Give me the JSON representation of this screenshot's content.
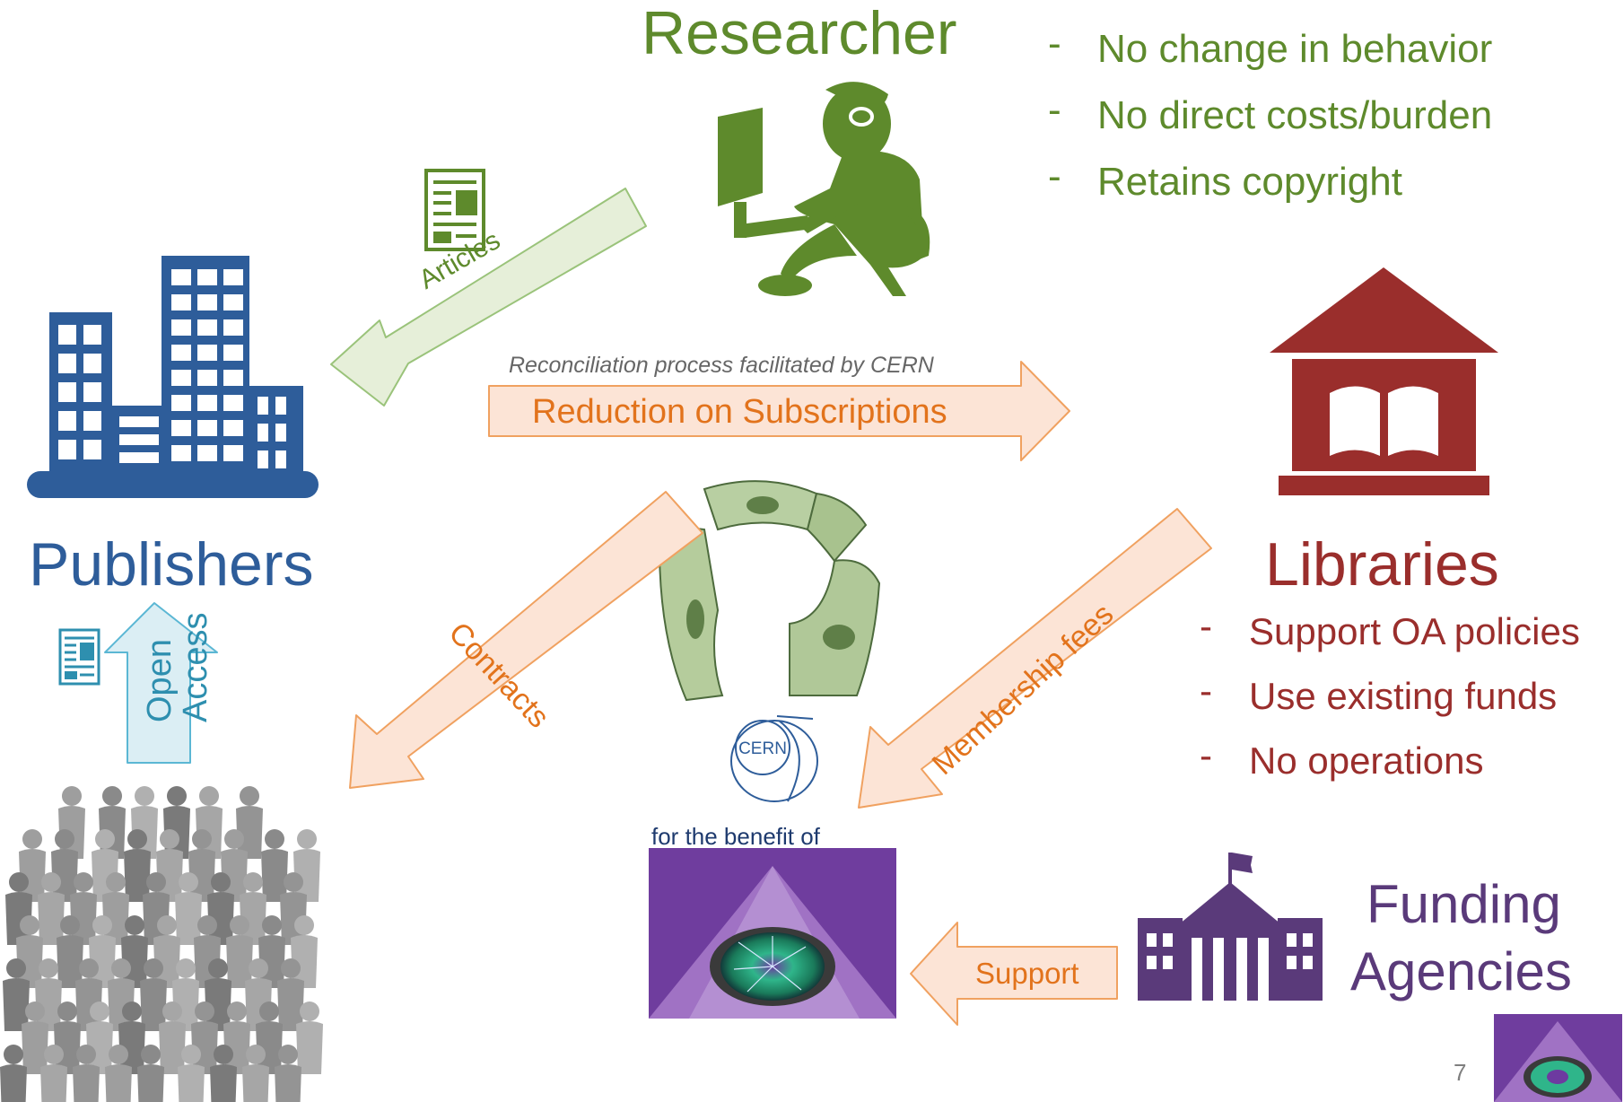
{
  "researcher": {
    "title": "Researcher",
    "bullets": [
      "No change in behavior",
      "No direct costs/burden",
      "Retains copyright"
    ]
  },
  "publishers": {
    "title": "Publishers"
  },
  "libraries": {
    "title": "Libraries",
    "bullets": [
      "Support OA policies",
      "Use existing funds",
      "No operations"
    ]
  },
  "funding": {
    "title_line1": "Funding",
    "title_line2": "Agencies"
  },
  "arrows": {
    "articles": "Articles",
    "reduction": "Reduction on Subscriptions",
    "reconciliation": "Reconciliation process facilitated by CERN",
    "contracts": "Contracts",
    "membership": "Membership fees",
    "support": "Support",
    "open_access_line1": "Open",
    "open_access_line2": "Access"
  },
  "cern": {
    "logo_text": "CERN",
    "benefit": "for the benefit of"
  },
  "bullet_dash": "-",
  "page_number": "7",
  "colors": {
    "researcher_green": "#5e8a2c",
    "publisher_blue": "#2e5d9a",
    "library_red": "#9a2e2c",
    "funding_purple": "#5a3a7a",
    "orange_text": "#e2731c",
    "arrow_fill_orange": "#fce4d6",
    "arrow_fill_green": "#e6efd9",
    "arrow_fill_blue": "#dbeef4"
  }
}
